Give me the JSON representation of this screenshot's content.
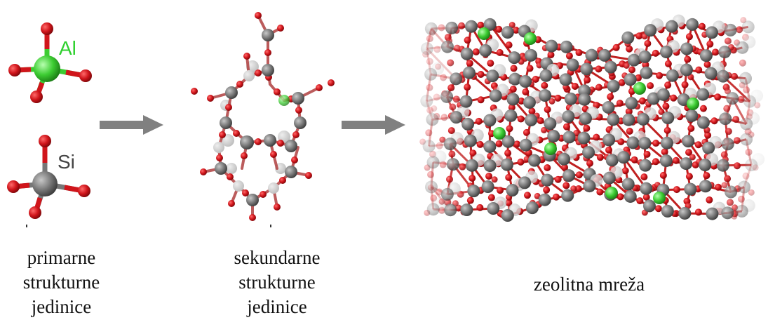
{
  "labels": {
    "al": "Al",
    "si": "Si"
  },
  "captions": {
    "primary": [
      "primarne",
      "strukturne",
      "jedinice"
    ],
    "secondary": [
      "sekundarne",
      "strukturne",
      "jedinice"
    ],
    "network": "zeolitna mreža"
  },
  "colors": {
    "oxygen": "#d0151b",
    "silicon": "#777777",
    "aluminium": "#3ccc32",
    "arrow": "#808080",
    "al_label": "#2fd02f",
    "si_label": "#444444"
  },
  "icons": {
    "arrow_1": "right-arrow-icon",
    "arrow_2": "right-arrow-icon"
  }
}
